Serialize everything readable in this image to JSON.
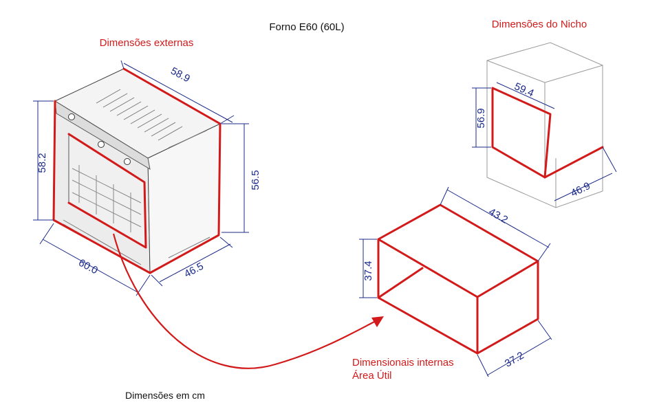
{
  "title": "Forno E60 (60L)",
  "labels": {
    "external": "Dimensões externas",
    "niche": "Dimensões do Nicho",
    "internal_line1": "Dimensionais internas",
    "internal_line2": "Área Útil",
    "units_note": "Dimensões em cm"
  },
  "oven_dimensions": {
    "depth_top": "58.9",
    "height_front": "58.2",
    "height_side": "56.5",
    "width_front": "60.0",
    "depth_bottom": "46.5"
  },
  "niche_dimensions": {
    "width": "59.4",
    "height": "56.9",
    "depth": "46.9"
  },
  "internal_dimensions": {
    "depth": "43.2",
    "height": "37.4",
    "width": "37.2"
  },
  "colors": {
    "accent_red": "#d21a1a",
    "dimension_blue": "#1a2a8a"
  }
}
